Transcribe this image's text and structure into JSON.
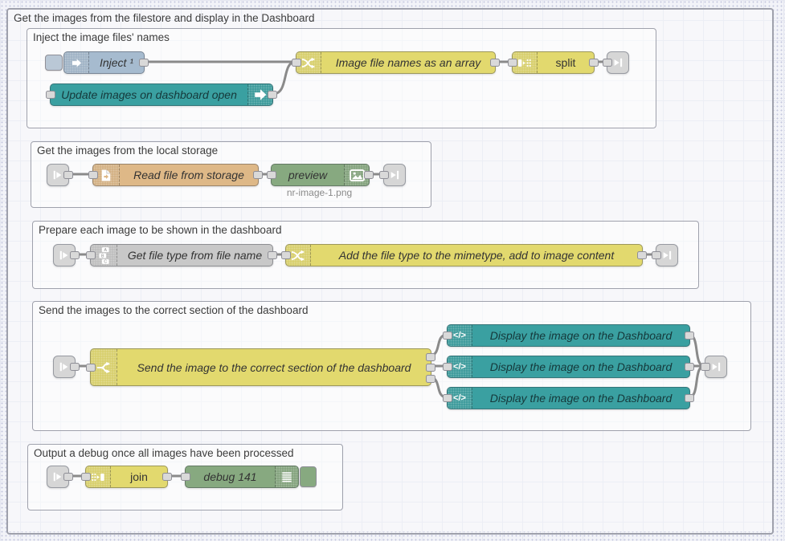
{
  "outer_group": {
    "label": "Get the images from the filestore and display in the Dashboard"
  },
  "groups": [
    {
      "label": "Inject the image files' names"
    },
    {
      "label": "Get the images from the local storage"
    },
    {
      "label": "Prepare each image to be shown in the dashboard"
    },
    {
      "label": "Send the images to the correct section of the dashboard"
    },
    {
      "label": "Output a debug once all images have been processed"
    }
  ],
  "nodes": {
    "inject": {
      "label": "Inject ¹"
    },
    "update": {
      "label": "Update images on dashboard open"
    },
    "filenames": {
      "label": "Image file names as an array"
    },
    "split": {
      "label": "split"
    },
    "readfile": {
      "label": "Read file from storage"
    },
    "preview": {
      "label": "preview",
      "caption": "nr-image-1.png"
    },
    "filetype": {
      "label": "Get file type from file name"
    },
    "mimetype": {
      "label": "Add the file type to the mimetype, add to image content"
    },
    "switch": {
      "label": "Send the image to the correct section of the dashboard"
    },
    "displays": [
      {
        "label": "Display the image on the Dashboard"
      },
      {
        "label": "Display the image on the Dashboard"
      },
      {
        "label": "Display the image on the Dashboard"
      }
    ],
    "join": {
      "label": "join"
    },
    "debug": {
      "label": "debug 141"
    }
  },
  "icons": {
    "code_glyph": "</>",
    "abc": [
      "A",
      "B",
      "C"
    ]
  },
  "colors": {
    "inject_node": "#a6bbcf",
    "inject_button": "#bac8d6",
    "dashboard_teal": "#3aa0a1",
    "function_yellow": "#e2d96e",
    "file_orange": "#deb887",
    "debug_green": "#87a980",
    "grey_node": "#c8c8c8",
    "link_node": "#d6d6d6",
    "wire": "#8a8a8a"
  }
}
